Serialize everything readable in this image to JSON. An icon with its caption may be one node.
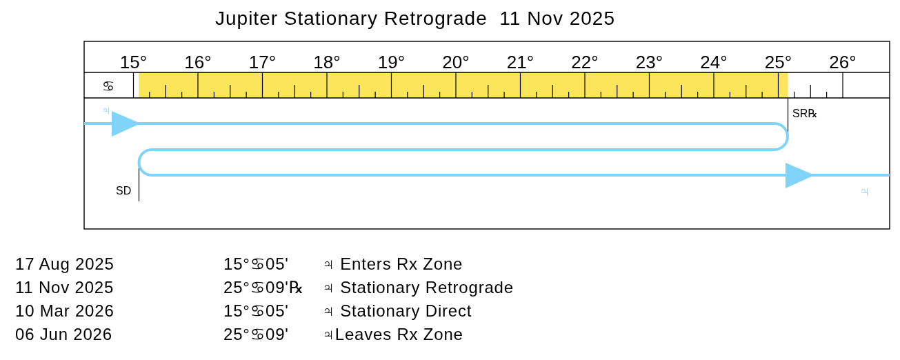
{
  "diagram": {
    "title": "Jupiter Stationary Retrograde  11 Nov 2025",
    "labels": [
      "15°",
      "16°",
      "17°",
      "18°",
      "19°",
      "20°",
      "21°",
      "22°",
      "23°",
      "24°",
      "25°",
      "26°",
      "♋",
      "♃",
      "SR℞",
      "SD",
      "♃",
      "17 Aug 2025",
      "15°♋05'",
      "♃ Enters Rx Zone",
      "11 Nov 2025",
      "25°♋09'℞",
      "♃ Stationary Retrograde",
      "10 Mar 2026",
      "15°♋05'",
      "♃ Stationary Direct",
      "06 Jun 2026",
      "25°♋09'",
      "♃Leaves Rx Zone"
    ]
  }
}
